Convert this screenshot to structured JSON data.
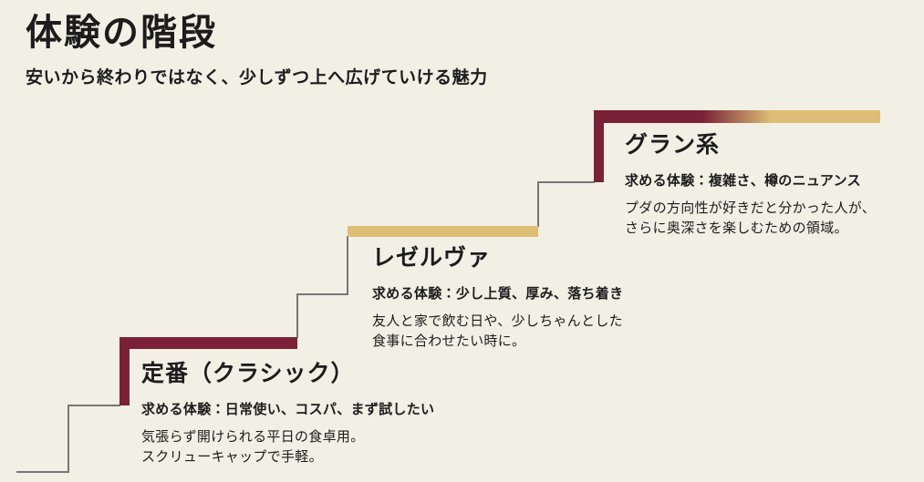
{
  "page": {
    "title": "体験の階段",
    "subtitle": "安いから終わりではなく、少しずつ上へ広げていける魅力"
  },
  "colors": {
    "background": "#f2efe4",
    "maroon": "#7a2138",
    "gold": "#debe75",
    "line": "#767676",
    "text": "#1c1c1c"
  },
  "steps": [
    {
      "name": "classic",
      "title": "定番（クラシック）",
      "experience": "求める体験：日常使い、コスパ、まず試したい",
      "desc_lines": [
        "気張らず開けられる平日の食卓用。",
        "スクリューキャップで手軽。"
      ]
    },
    {
      "name": "reserva",
      "title": "レゼルヴァ",
      "experience": "求める体験：少し上質、厚み、落ち着き",
      "desc_lines": [
        "友人と家で飲む日や、少しちゃんとした",
        "食事に合わせたい時に。"
      ]
    },
    {
      "name": "gran",
      "title": "グラン系",
      "experience": "求める体験：複雑さ、樽のニュアンス",
      "desc_lines": [
        "プダの方向性が好きだと分かった人が、",
        "さらに奥深さを楽しむための領域。"
      ]
    }
  ]
}
